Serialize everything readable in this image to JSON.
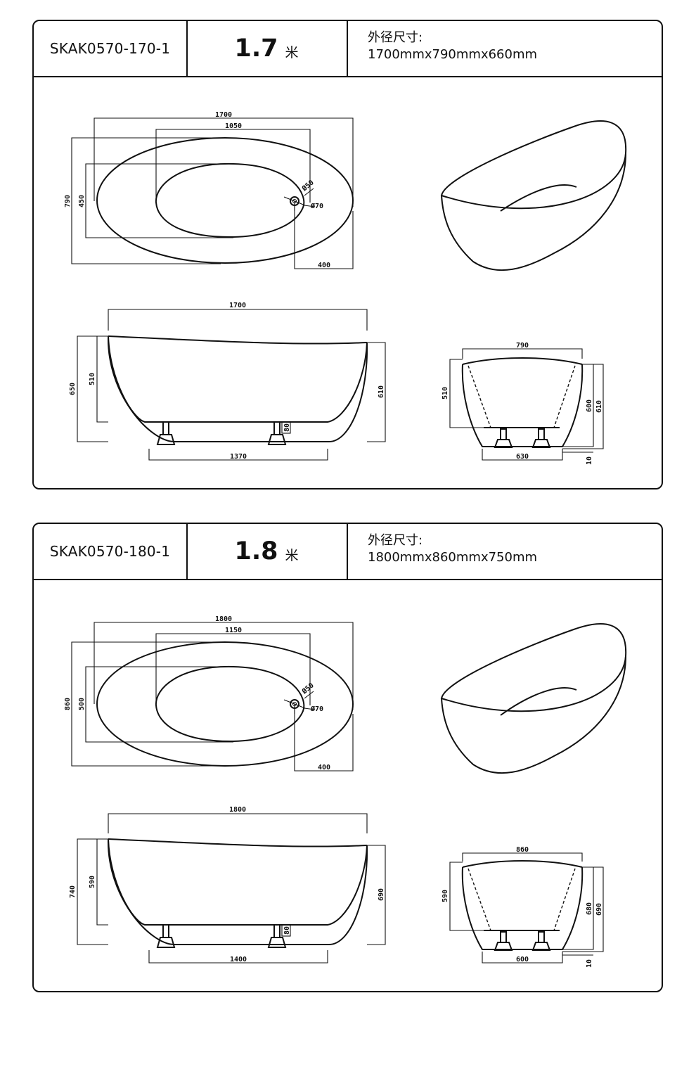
{
  "specs": [
    {
      "model": "SKAK0570-170-1",
      "size_num": "1.7",
      "size_unit": "米",
      "outer_label": "外径尺寸:",
      "outer_value": "1700mmx790mmx660mm",
      "top_view": {
        "length": "1700",
        "inner_length": "1050",
        "width": "790",
        "inner_width": "450",
        "drain_a": "Ø50",
        "drain_b": "Ø70",
        "offset": "400"
      },
      "side_view": {
        "length": "1700",
        "height_left": "650",
        "inner_height": "510",
        "height_right": "610",
        "foot": "80",
        "feet_span": "1370"
      },
      "end_view": {
        "width": "790",
        "inner_height": "510",
        "height_a": "600",
        "height_b": "610",
        "base_width": "630",
        "gap": "10"
      }
    },
    {
      "model": "SKAK0570-180-1",
      "size_num": "1.8",
      "size_unit": "米",
      "outer_label": "外径尺寸:",
      "outer_value": "1800mmx860mmx750mm",
      "top_view": {
        "length": "1800",
        "inner_length": "1150",
        "width": "860",
        "inner_width": "500",
        "drain_a": "Ø50",
        "drain_b": "Ø70",
        "offset": "400"
      },
      "side_view": {
        "length": "1800",
        "height_left": "740",
        "inner_height": "590",
        "height_right": "690",
        "foot": "80",
        "feet_span": "1400"
      },
      "end_view": {
        "width": "860",
        "inner_height": "590",
        "height_a": "680",
        "height_b": "690",
        "base_width": "600",
        "gap": "10"
      }
    }
  ]
}
